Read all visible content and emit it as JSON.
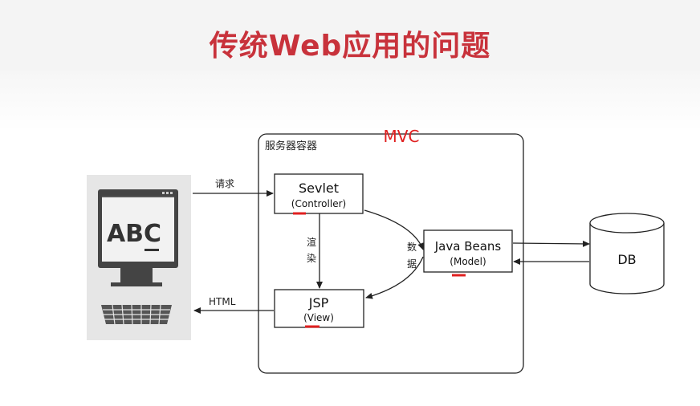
{
  "slide": {
    "title": "传统Web应用的问题",
    "colors": {
      "title": "#c8323b",
      "annotation": "#e02020",
      "line": "#222222"
    }
  },
  "diagram": {
    "container_label": "服务器容器",
    "overlay_label": "MVC",
    "request_label": "请求",
    "html_label": "HTML",
    "render_label_1": "渲",
    "render_label_2": "染",
    "data_label_1": "数",
    "data_label_2": "据",
    "controller": {
      "name": "Sevlet",
      "role": "(Controller)"
    },
    "view": {
      "name": "JSP",
      "role": "(View)"
    },
    "model": {
      "name": "Java Beans",
      "role": "(Model)"
    },
    "database": {
      "name": "DB"
    },
    "client": {
      "screen_text": "ABC",
      "icon": "computer-icon"
    }
  }
}
